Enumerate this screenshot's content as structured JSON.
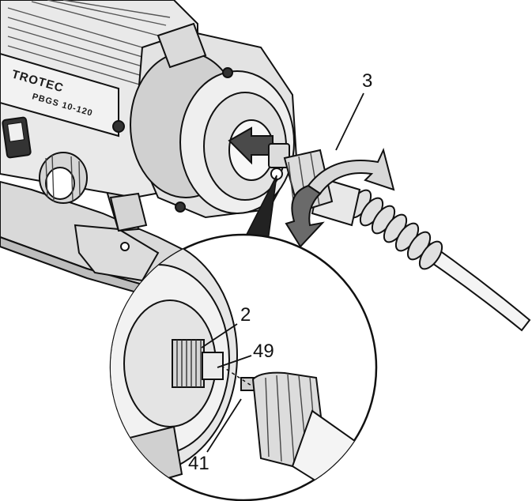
{
  "device": {
    "brand": "TROTEC",
    "model": "PBGS 10-120"
  },
  "callouts": {
    "c3": "3",
    "c2": "2",
    "c49": "49",
    "c41": "41"
  },
  "colors": {
    "ink": "#111111",
    "body_gray": "#e6e6e6",
    "shade_gray": "#c8c8c8",
    "dark_gray": "#8a8a8a",
    "arrow_fill": "#4a4a4a"
  },
  "icons": {
    "push_arrow": "push-arrow-icon",
    "rotate_arrow": "rotate-arrow-icon"
  }
}
